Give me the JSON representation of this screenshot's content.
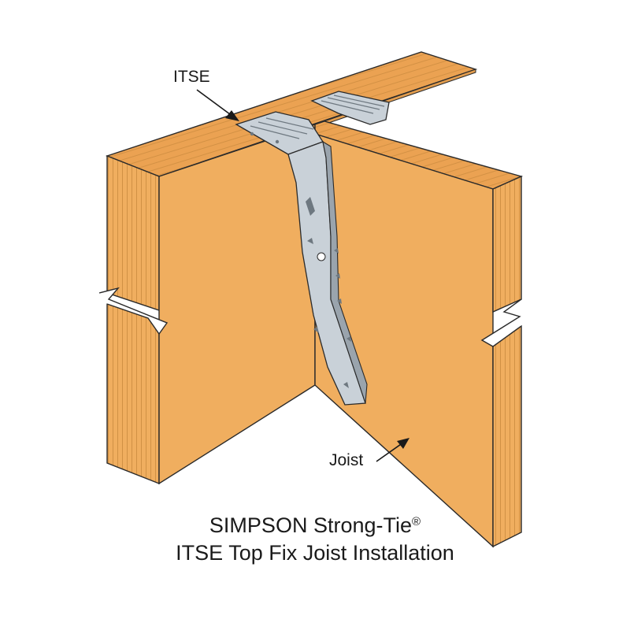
{
  "labels": {
    "bracket": "ITSE",
    "joist": "Joist"
  },
  "caption": {
    "brand": "SIMPSON Strong-Tie",
    "registered_mark": "®",
    "title": "ITSE Top Fix Joist Installation"
  },
  "colors": {
    "wood_face": "#F0AE5F",
    "wood_top": "#EBA252",
    "wood_layer_edge": "#D99745",
    "outline": "#2A2A2A",
    "steel": "#C9D1D8",
    "steel_dark": "#9AA4AD",
    "background": "#FFFFFF"
  }
}
